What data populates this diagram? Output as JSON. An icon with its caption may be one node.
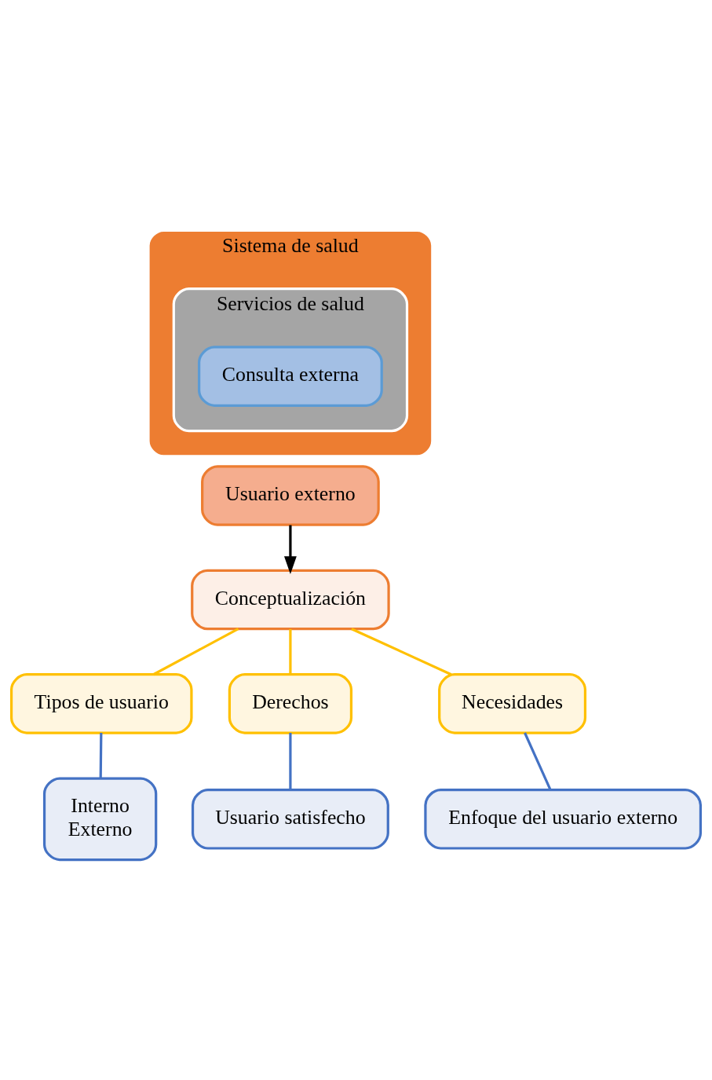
{
  "diagram": {
    "nodes": [
      {
        "text": [
          "Sistema de salud"
        ]
      },
      {
        "text": [
          "Servicios de salud"
        ],
        "in": 0
      },
      {
        "text": [
          "Consulta externa"
        ],
        "in": 1
      },
      {
        "text": [
          "Usuario externo"
        ]
      },
      {
        "text": [
          "Conceptualización"
        ]
      },
      {
        "text": [
          "Tipos de usuario"
        ]
      },
      {
        "text": [
          "Derechos"
        ]
      },
      {
        "text": [
          "Necesidades"
        ]
      },
      {
        "text": [
          "Interno",
          "Externo"
        ]
      },
      {
        "text": [
          "Usuario satisfecho"
        ]
      },
      {
        "text": [
          "Enfoque del usuario externo"
        ]
      }
    ],
    "edges": [
      {
        "from": 3,
        "to": 4,
        "arrow": "to",
        "color": "#000000"
      },
      {
        "from": 4,
        "to": 5,
        "arrow": "none",
        "color": "#ffc000"
      },
      {
        "from": 4,
        "to": 6,
        "arrow": "none",
        "color": "#ffc000"
      },
      {
        "from": 4,
        "to": 7,
        "arrow": "none",
        "color": "#ffc000"
      },
      {
        "from": 5,
        "to": 8,
        "arrow": "none",
        "color": "#4472c4"
      },
      {
        "from": 6,
        "to": 9,
        "arrow": "none",
        "color": "#4472c4"
      },
      {
        "from": 7,
        "to": 10,
        "arrow": "none",
        "color": "#4472c4"
      }
    ]
  }
}
